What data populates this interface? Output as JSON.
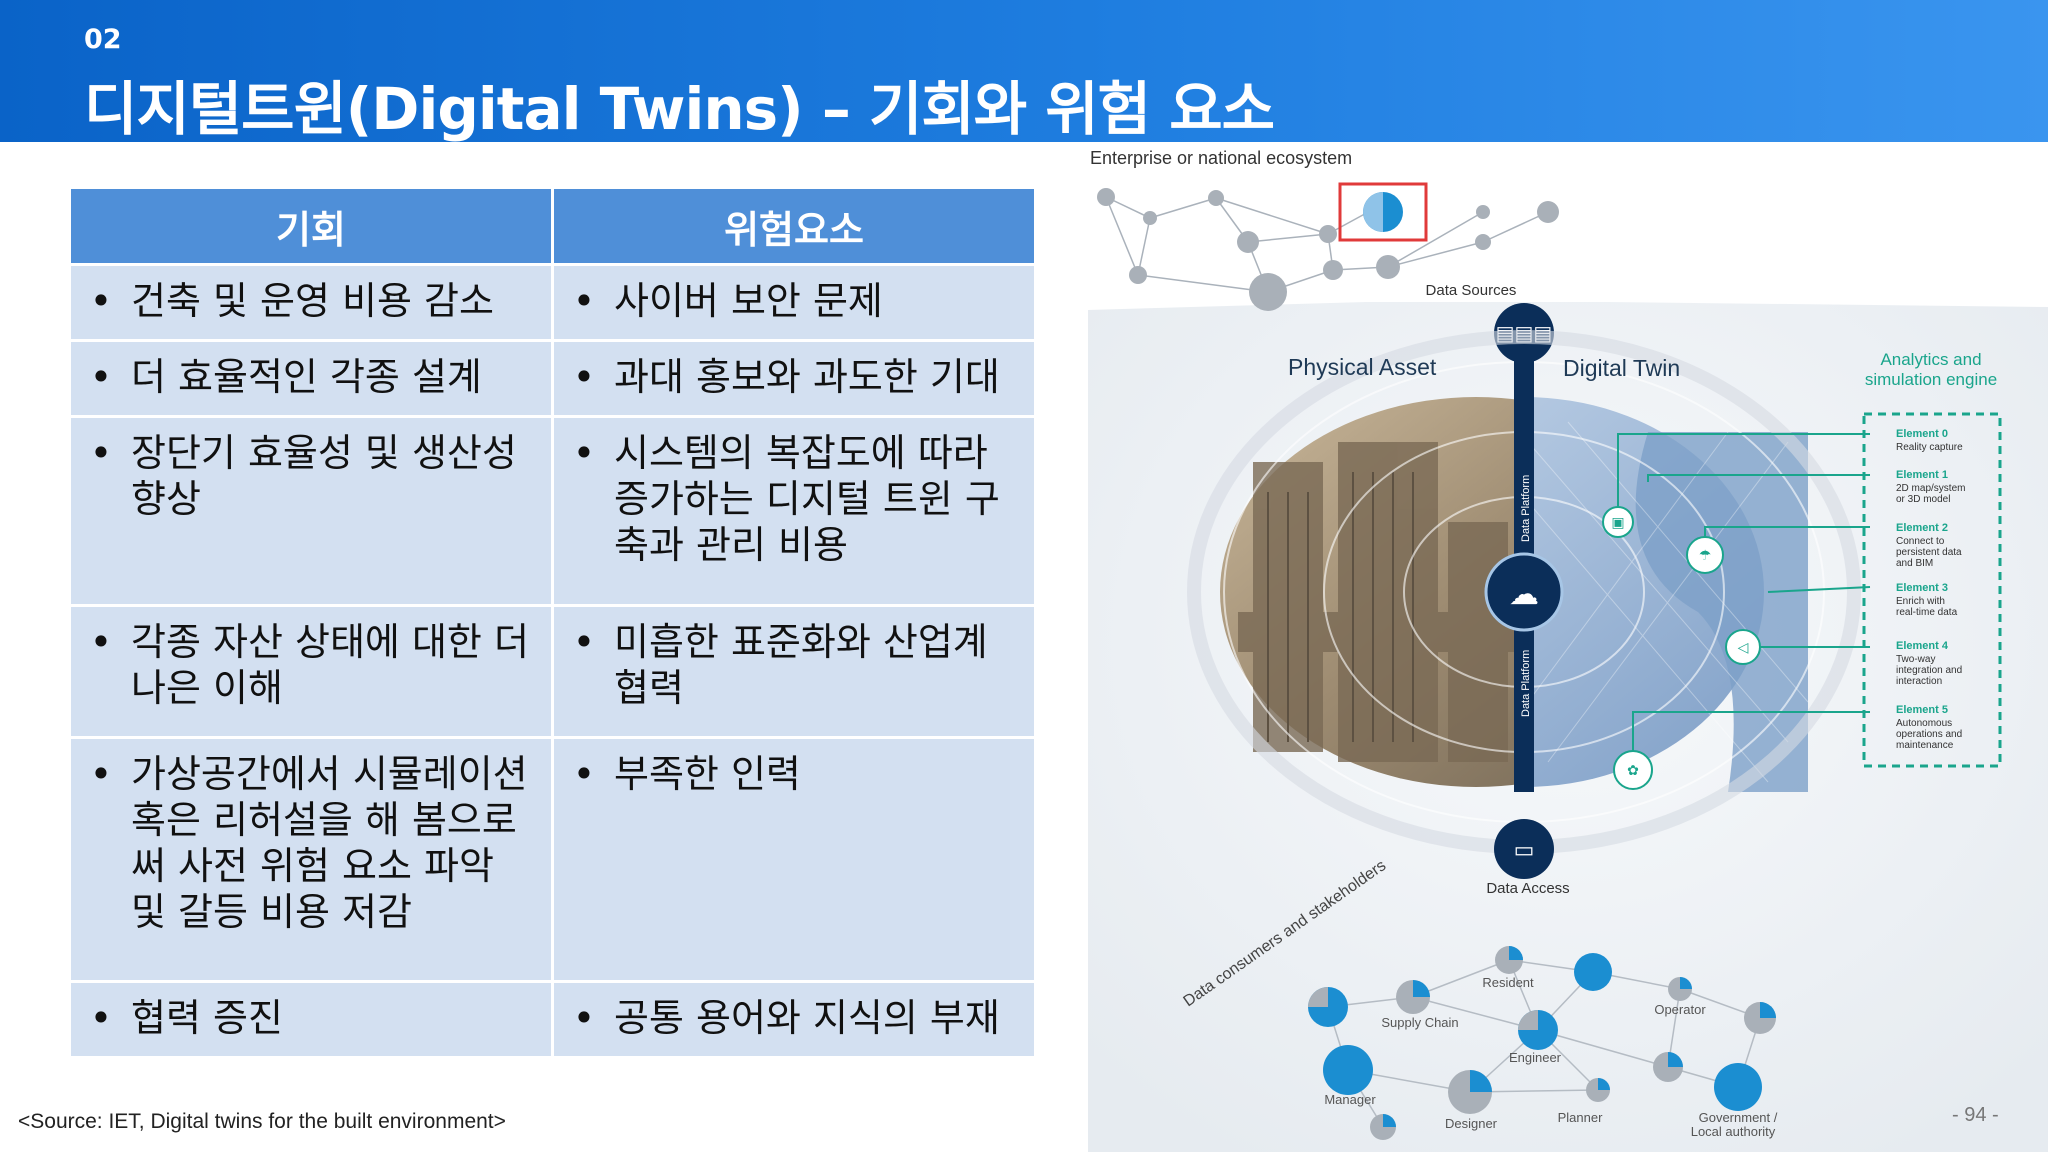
{
  "header": {
    "slide_number": "02",
    "title": "디지털트윈(Digital Twins) – 기회와 위험 요소"
  },
  "table": {
    "headers": [
      "기회",
      "위험요소"
    ],
    "rows": [
      [
        "건축 및 운영 비용 감소",
        "사이버 보안 문제"
      ],
      [
        "더 효율적인 각종 설계",
        "과대 홍보와 과도한 기대"
      ],
      [
        "장단기 효율성 및 생산성 향상",
        "시스템의 복잡도에 따라 증가하는 디지털 트윈 구축과 관리 비용"
      ],
      [
        "각종 자산 상태에 대한 더 나은 이해",
        "미흡한 표준화와 산업계 협력"
      ],
      [
        "가상공간에서 시뮬레이션 혹은 리허설을 해 봄으로써 사전 위험 요소 파악 및 갈등 비용 저감",
        "부족한 인력"
      ],
      [
        "협력 증진",
        "공통 용어와 지식의 부재"
      ]
    ]
  },
  "source": "<Source:  IET, Digital twins for the built environment>",
  "diagram": {
    "ecosystem_label": "Enterprise or national ecosystem",
    "data_sources": "Data Sources",
    "physical_asset": "Physical Asset",
    "digital_twin": "Digital Twin",
    "analytics_line1": "Analytics and",
    "analytics_line2": "simulation engine",
    "data_platform": "Data Platform",
    "data_access": "Data Access",
    "consumers_label": "Data consumers and stakeholders",
    "elements": [
      {
        "name": "Element 0",
        "desc": [
          "Reality capture"
        ]
      },
      {
        "name": "Element 1",
        "desc": [
          "2D map/system",
          "or 3D model"
        ]
      },
      {
        "name": "Element 2",
        "desc": [
          "Connect to",
          "persistent data",
          "and BIM"
        ]
      },
      {
        "name": "Element 3",
        "desc": [
          "Enrich with",
          "real-time data"
        ]
      },
      {
        "name": "Element 4",
        "desc": [
          "Two-way",
          "integration and",
          "interaction"
        ]
      },
      {
        "name": "Element 5",
        "desc": [
          "Autonomous",
          "operations and",
          "maintenance"
        ]
      }
    ],
    "stakeholders": [
      "Resident",
      "Supply Chain",
      "Operator",
      "Engineer",
      "Manager",
      "Designer",
      "Planner",
      "Government /",
      "Local authority"
    ],
    "colors": {
      "teal": "#1aa58c",
      "blue": "#1b8ed1",
      "navy": "#0b2e59"
    }
  },
  "page_number": "- 94 -"
}
